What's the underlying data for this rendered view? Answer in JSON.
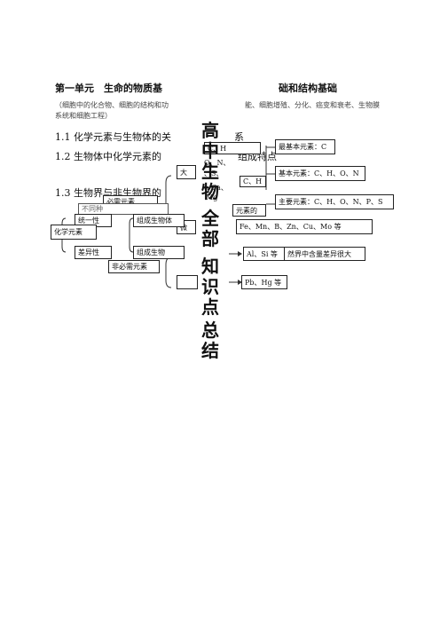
{
  "header": {
    "unit_title": "第一单元　生命的物质基",
    "unit_title_right": "础和结构基础",
    "note_left_1": "（细胞中的化合物、细胞的结构和功",
    "note_left_2": "系统和细胞工程）",
    "note_right": "能、细胞增殖、分化、癌变和衰老、生物膜"
  },
  "sections": {
    "s1": "1.1  化学元素与生物体的关",
    "s1_tail": "系",
    "s2": "1.2  生物体中化学元素的",
    "s2_tail": "组成特点",
    "s3": "1.3  生物界与非生物界的"
  },
  "overlay_title": [
    "高",
    "中",
    "生",
    "物",
    "全",
    "部",
    "知",
    "识",
    "点",
    "总",
    "结"
  ],
  "diagram": {
    "chem_elements": "化学元素",
    "unity": "统一性",
    "difference": "差异性",
    "essential": "必需元素",
    "nonessential": "非必需元素",
    "not_different": "不同种",
    "composition_1": "组成生物体",
    "composition_2": "组成生物",
    "macro": "大",
    "micro": "微",
    "fragment_c_h": "C、H",
    "fragment_o_n": "O、N、",
    "fragment_s": "、S、",
    "fragment_ca": "、Ca、",
    "fragment_mg": "Mg",
    "fragment_c_mark": "C、H",
    "fragment_yuansu": "元素的",
    "most_basic": "最基本元素：C",
    "basic": "基本元素：C、H、O、N",
    "main": "主要元素：C、H、O、N、P、S",
    "trace": "Fe、Mn、B、Zn、Cu、Mo 等",
    "al_si": "Al、Si 等",
    "natural_diff": "然界中含量差异很大",
    "pb_hg": "Pb、Hg 等"
  }
}
